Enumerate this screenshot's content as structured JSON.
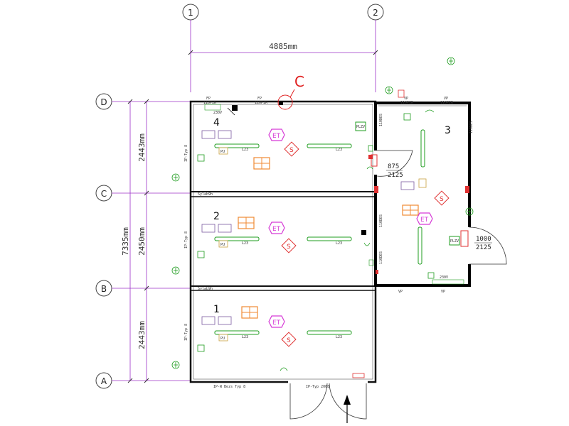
{
  "grid": {
    "columns": [
      "1",
      "2"
    ],
    "rows": [
      "D",
      "C",
      "B",
      "A"
    ]
  },
  "dimensions": {
    "top": "4885mm",
    "left_total": "7335mm",
    "left_segments": [
      "2443mm",
      "2450mm",
      "2443mm"
    ]
  },
  "callout": "C",
  "rooms": [
    "4",
    "2",
    "1",
    "3"
  ],
  "doors": {
    "interior_width": "875",
    "interior_height": "2125",
    "exterior_width": "1000",
    "exterior_height": "2125"
  },
  "symbols": {
    "emergency": "ET",
    "switchbox": "S",
    "socket": "PU",
    "board": "PLZV"
  },
  "wall_labels": {
    "fp": "FP",
    "fp_code": "110PIR",
    "vp": "VP",
    "vp_code": "110PIR",
    "typ": "IP-Typ 8",
    "strip": "Sylab9h",
    "bottom": "IP-W Bezs Typ 8",
    "bottom2": "IP-Typ 2008",
    "box": "L23",
    "side": "110DES",
    "power": "230V"
  },
  "colors": {
    "line": "#000000",
    "grid_line": "#9b30c8",
    "wall": "#111111",
    "light": "#1f9c1f",
    "callout": "#e02020",
    "symbol_magenta": "#d63bd6",
    "symbol_orange": "#f08a33",
    "symbol_red": "#e03030",
    "socket": "#c8a040",
    "window": "#f08a33"
  },
  "icons": [
    "grid-bubble-icon",
    "fluorescent-light-icon",
    "emergency-light-icon",
    "switch-symbol-icon",
    "window-icon",
    "ground-icon",
    "panel-icon",
    "door-swing-icon",
    "entry-arrow-icon"
  ]
}
